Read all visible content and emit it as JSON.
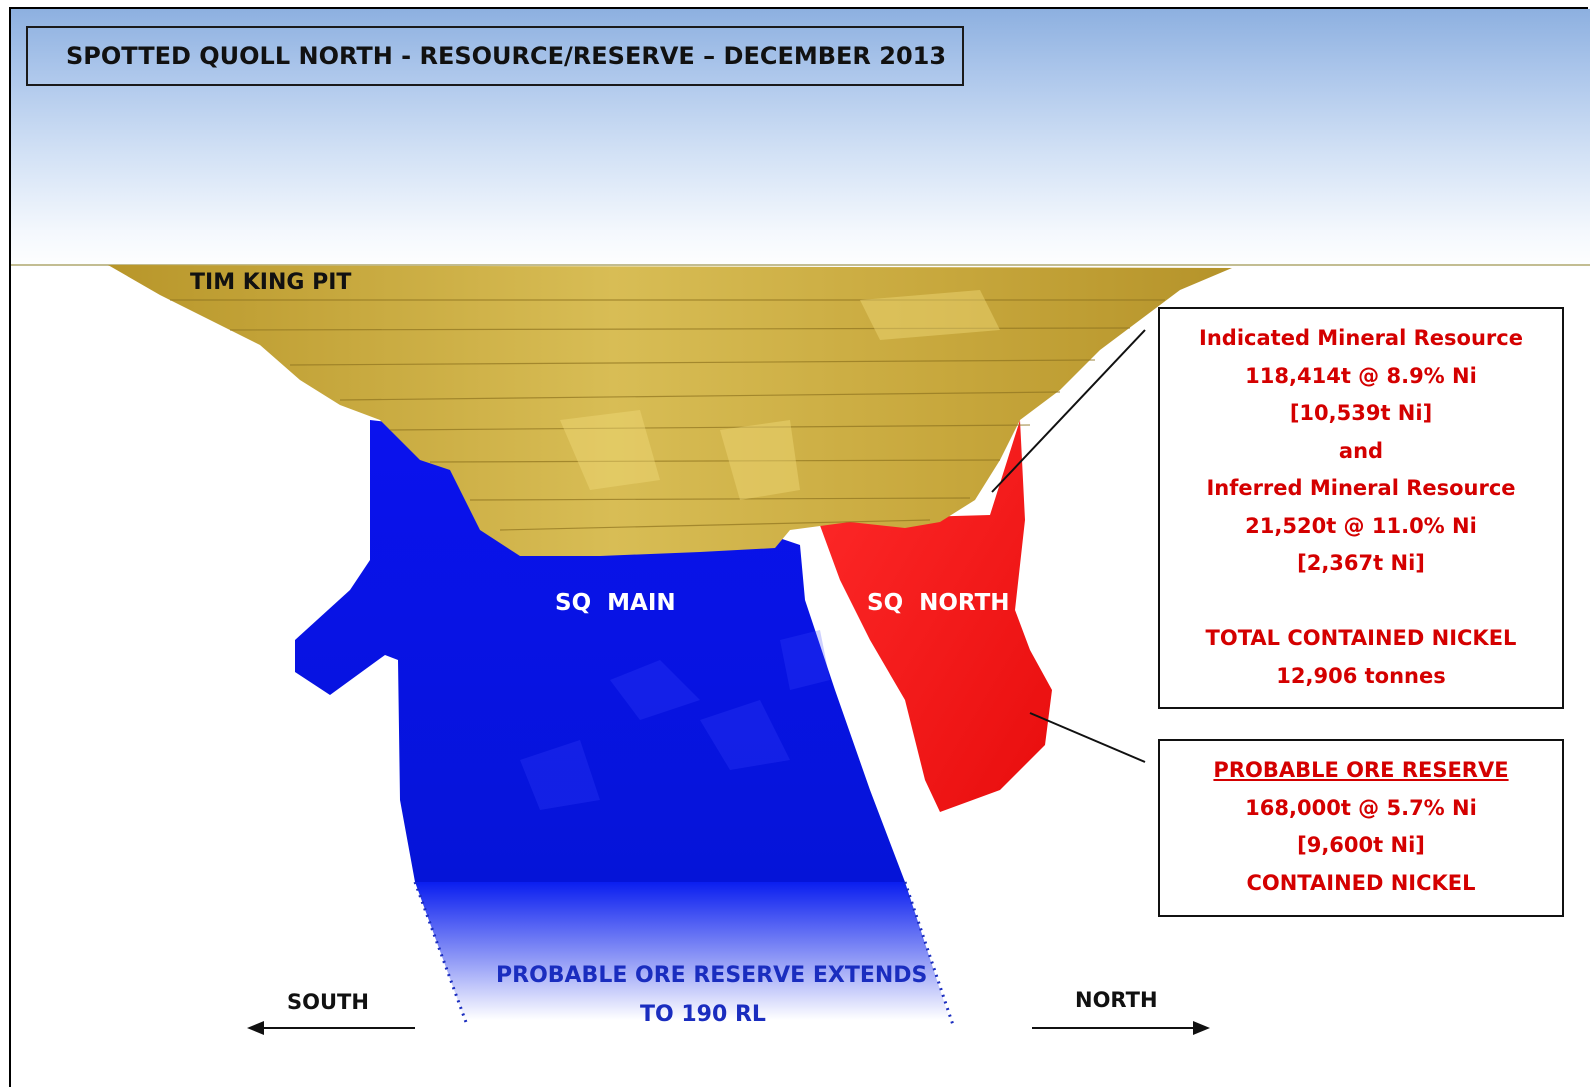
{
  "title": "SPOTTED QUOLL NORTH - RESOURCE/RESERVE – DECEMBER 2013",
  "labels": {
    "pit": "TIM KING PIT",
    "main": "SQ  MAIN",
    "north_body": "SQ  NORTH",
    "extends_line1": "PROBABLE ORE RESERVE EXTENDS",
    "extends_line2": "TO 190 RL",
    "south": "SOUTH",
    "north": "NORTH"
  },
  "resource_box": {
    "indicated_title": "Indicated Mineral Resource",
    "indicated_grade": "118,414t @ 8.9% Ni",
    "indicated_contained": "[10,539t Ni]",
    "conjunction": "and",
    "inferred_title": "Inferred Mineral Resource",
    "inferred_grade": "21,520t @ 11.0% Ni",
    "inferred_contained": "[2,367t Ni]",
    "total_title": "TOTAL CONTAINED NICKEL",
    "total_value": "12,906 tonnes"
  },
  "reserve_box": {
    "title": "PROBABLE ORE RESERVE",
    "grade": "168,000t @ 5.7% Ni",
    "contained": "[9,600t Ni]",
    "footer": "CONTAINED NICKEL"
  },
  "colors": {
    "pit": "#c9a93a",
    "main_body": "#0a14f0",
    "north_body": "#f51a1a",
    "box_text": "#d40000",
    "extends_text": "#1a2dbf"
  }
}
